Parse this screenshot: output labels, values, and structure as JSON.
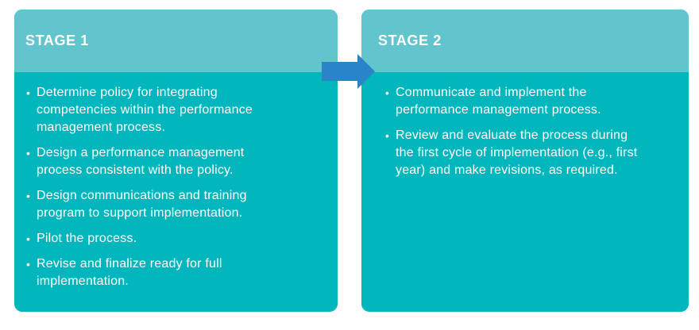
{
  "diagram": {
    "stages": [
      {
        "title": "STAGE 1",
        "bullets": [
          "Determine policy for integrating\ncompetencies within the performance\nmanagement process.",
          "Design a performance management\nprocess consistent with the policy.",
          "Design communications and training\nprogram to support implementation.",
          "Pilot the process.",
          "Revise and finalize ready for full\nimplementation."
        ]
      },
      {
        "title": "STAGE 2",
        "bullets": [
          "Communicate and implement the\nperformance management process.",
          "Review and evaluate the process during\nthe first cycle of implementation (e.g., first\nyear) and make revisions, as required."
        ]
      }
    ],
    "connector": "arrow-right"
  },
  "colors": {
    "card_header_bg": "#62c4cd",
    "card_body_bg": "#01b6bd",
    "arrow": "#2a84c8",
    "text": "#ffffff",
    "page_bg": "#ffffff"
  }
}
